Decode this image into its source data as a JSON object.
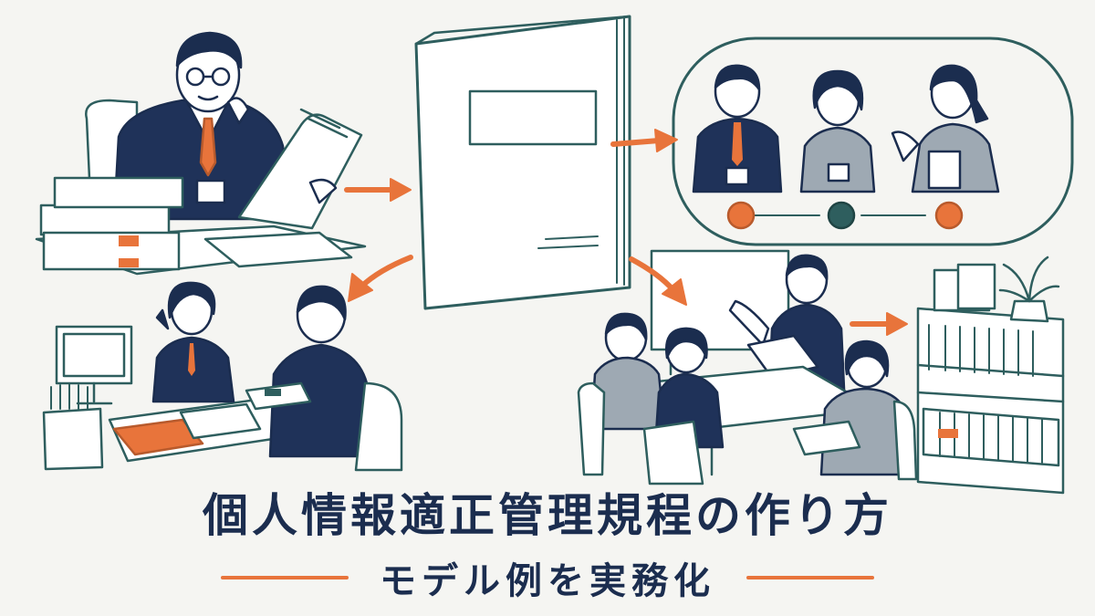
{
  "title": "個人情報適正管理規程の作り方",
  "subtitle": "モデル例を実務化",
  "colors": {
    "navy": "#1b2d4f",
    "teal": "#2e5e5e",
    "orange": "#e8743b",
    "background": "#f5f5f2"
  },
  "scenes": [
    "manager-reviewing-document",
    "regulation-binder",
    "team-role-flow",
    "staff-consultation",
    "team-meeting-presentation",
    "file-archive-shelf"
  ]
}
